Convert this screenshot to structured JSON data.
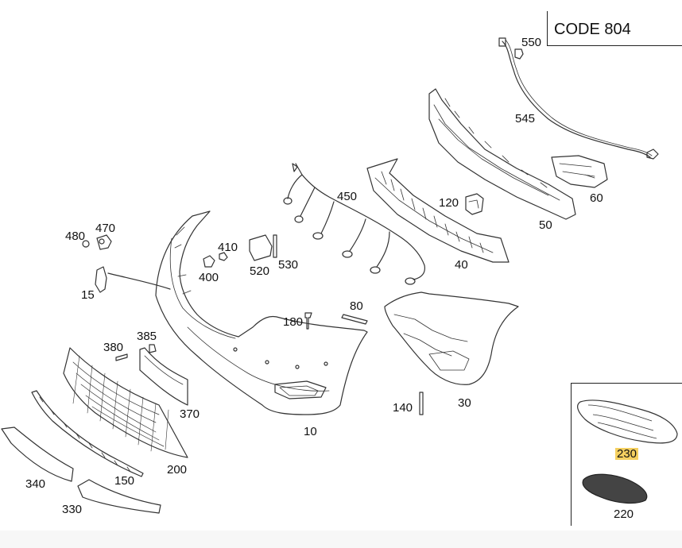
{
  "code_box": {
    "text": "CODE 804"
  },
  "labels": {
    "l550": "550",
    "l545": "545",
    "l60": "60",
    "l50": "50",
    "l120": "120",
    "l450": "450",
    "l40": "40",
    "l480": "480",
    "l470": "470",
    "l410": "410",
    "l400": "400",
    "l520": "520",
    "l530": "530",
    "l15": "15",
    "l80": "80",
    "l180": "180",
    "l380": "380",
    "l385": "385",
    "l370": "370",
    "l10": "10",
    "l140": "140",
    "l30": "30",
    "l200": "200",
    "l150": "150",
    "l340": "340",
    "l330": "330",
    "l230": "230",
    "l220": "220"
  },
  "highlight_color": "#f5d060"
}
